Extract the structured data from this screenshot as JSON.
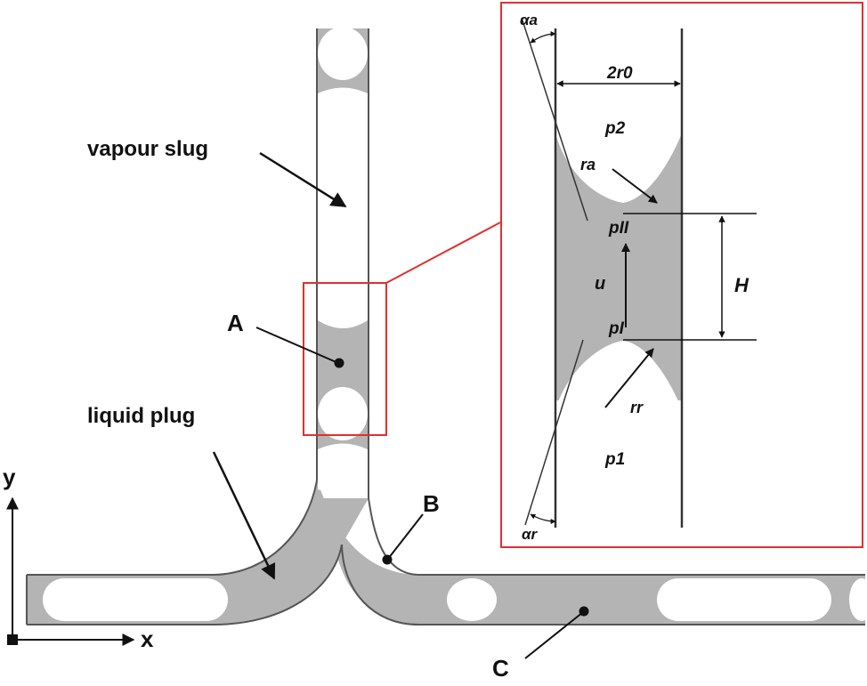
{
  "colors": {
    "liquid": "#b4b4b4",
    "vapour": "#ffffff",
    "wall": "#555555",
    "inset_frame": "#e03030",
    "ink": "#111111"
  },
  "labels": {
    "vapour_slug": "vapour slug",
    "liquid_plug": "liquid plug",
    "point_a": "A",
    "point_b": "B",
    "point_c": "C",
    "axis_y": "y",
    "axis_x": "x"
  },
  "inset": {
    "alpha_a": "αa",
    "diameter": "2r0",
    "p2": "p2",
    "r_a": "ra",
    "p_II": "pII",
    "u": "u",
    "H": "H",
    "p_I": "pI",
    "r_r": "rr",
    "p1": "p1",
    "alpha_r": "αr"
  }
}
